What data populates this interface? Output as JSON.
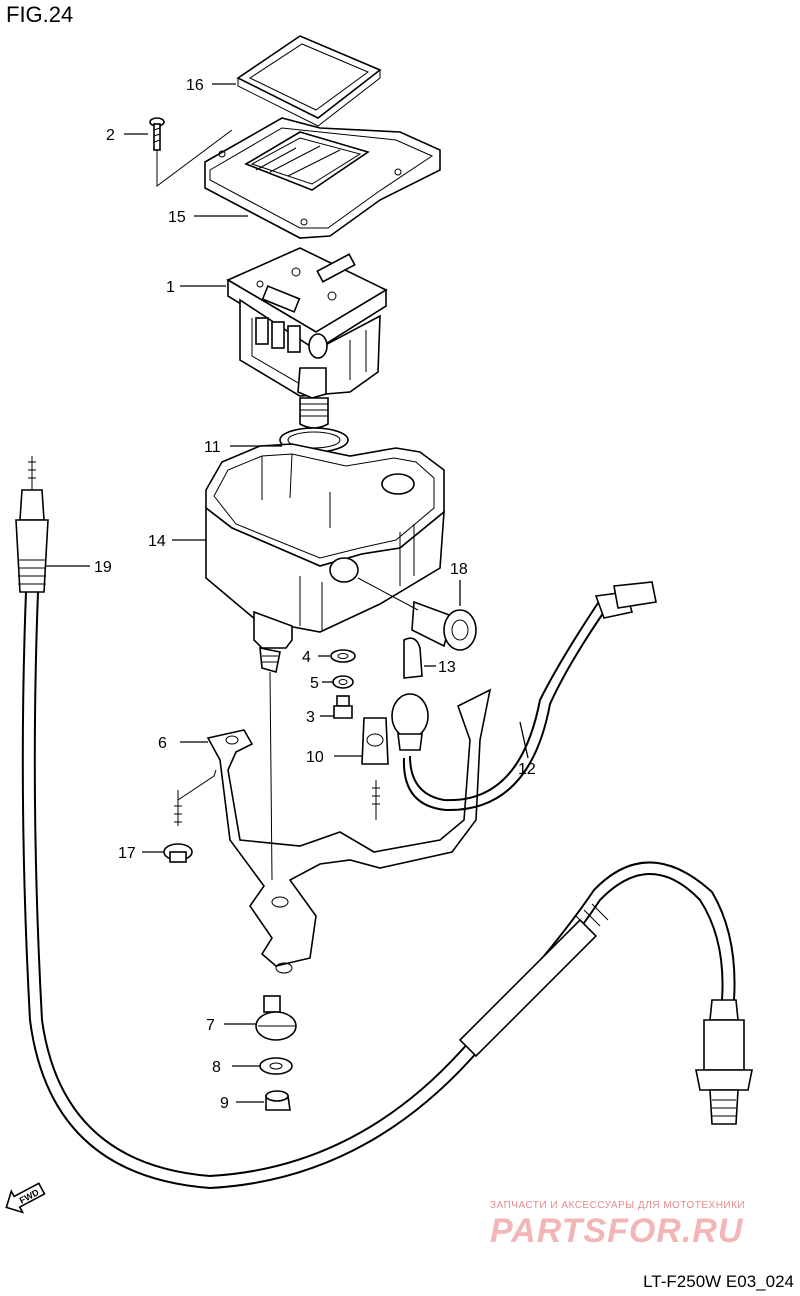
{
  "figure": {
    "title": "FIG.24",
    "model_code": "LT-F250W E03_024"
  },
  "callouts": [
    {
      "id": "16",
      "label": "16"
    },
    {
      "id": "2",
      "label": "2"
    },
    {
      "id": "15",
      "label": "15"
    },
    {
      "id": "1",
      "label": "1"
    },
    {
      "id": "11",
      "label": "11"
    },
    {
      "id": "14",
      "label": "14"
    },
    {
      "id": "19",
      "label": "19"
    },
    {
      "id": "18",
      "label": "18"
    },
    {
      "id": "4",
      "label": "4"
    },
    {
      "id": "13",
      "label": "13"
    },
    {
      "id": "5",
      "label": "5"
    },
    {
      "id": "3",
      "label": "3"
    },
    {
      "id": "6",
      "label": "6"
    },
    {
      "id": "10",
      "label": "10"
    },
    {
      "id": "12",
      "label": "12"
    },
    {
      "id": "17",
      "label": "17"
    },
    {
      "id": "7",
      "label": "7"
    },
    {
      "id": "8",
      "label": "8"
    },
    {
      "id": "9",
      "label": "9"
    }
  ],
  "direction_marker": {
    "label": "FWD",
    "icon": "arrow-fwd-icon"
  },
  "watermark": {
    "tagline": "ЗАПЧАСТИ И АКСЕССУАРЫ ДЛЯ МОТОТЕХНИКИ",
    "logo_text": "PARTSFOR.RU",
    "color": "#f2b6b6"
  }
}
